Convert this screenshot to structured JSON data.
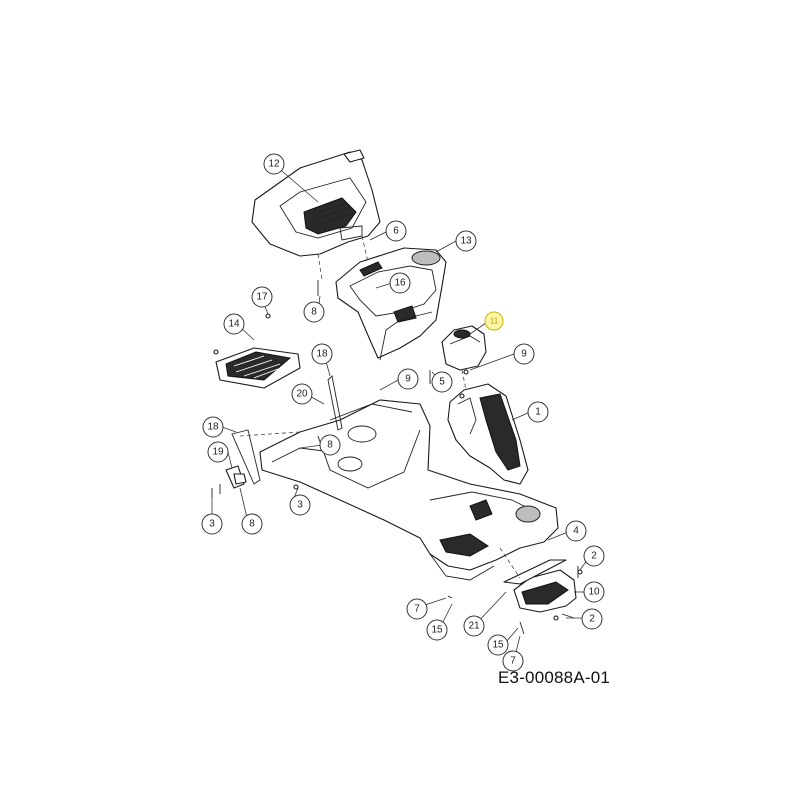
{
  "drawing_code": "E3-00088A-01",
  "callouts": [
    {
      "label": "12",
      "highlight": false
    },
    {
      "label": "6",
      "highlight": false
    },
    {
      "label": "13",
      "highlight": false
    },
    {
      "label": "16",
      "highlight": false
    },
    {
      "label": "17",
      "highlight": false
    },
    {
      "label": "8",
      "highlight": false
    },
    {
      "label": "14",
      "highlight": false
    },
    {
      "label": "11",
      "highlight": true
    },
    {
      "label": "9",
      "highlight": false
    },
    {
      "label": "18",
      "highlight": false
    },
    {
      "label": "5",
      "highlight": false
    },
    {
      "label": "9",
      "highlight": false
    },
    {
      "label": "20",
      "highlight": false
    },
    {
      "label": "1",
      "highlight": false
    },
    {
      "label": "18",
      "highlight": false
    },
    {
      "label": "8",
      "highlight": false
    },
    {
      "label": "19",
      "highlight": false
    },
    {
      "label": "3",
      "highlight": false
    },
    {
      "label": "3",
      "highlight": false
    },
    {
      "label": "8",
      "highlight": false
    },
    {
      "label": "4",
      "highlight": false
    },
    {
      "label": "2",
      "highlight": false
    },
    {
      "label": "10",
      "highlight": false
    },
    {
      "label": "7",
      "highlight": false
    },
    {
      "label": "15",
      "highlight": false
    },
    {
      "label": "21",
      "highlight": false
    },
    {
      "label": "2",
      "highlight": false
    },
    {
      "label": "15",
      "highlight": false
    },
    {
      "label": "7",
      "highlight": false
    }
  ]
}
